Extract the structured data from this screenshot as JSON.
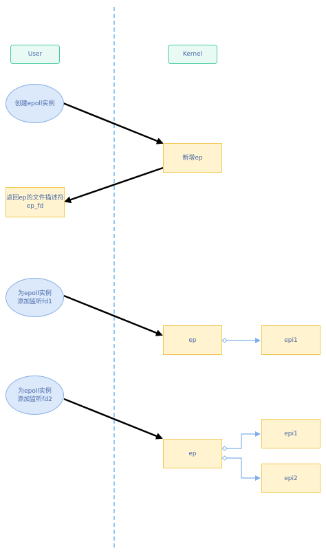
{
  "lanes": {
    "user": "User",
    "kernel": "Kernel"
  },
  "step1": {
    "user_action": "创建epoll实例",
    "kernel_node": "新增ep",
    "return_label": "返回ep的文件描述符\nep_fd"
  },
  "step2": {
    "user_action": "为epoll实例\n添加监听fd1",
    "ep_label": "ep",
    "epi1": "epi1"
  },
  "step3": {
    "user_action": "为epoll实例\n添加监听fd2",
    "ep_label": "ep",
    "epi1": "epi1",
    "epi2": "epi2"
  },
  "colors": {
    "divider": "#4aa3df",
    "lane_border": "#46cba6",
    "ellipse_fill": "#dbe9fb",
    "box_fill": "#fff4cf",
    "box_border": "#f3c64e",
    "arrow": "#000000",
    "connector": "#7eb0ea"
  }
}
